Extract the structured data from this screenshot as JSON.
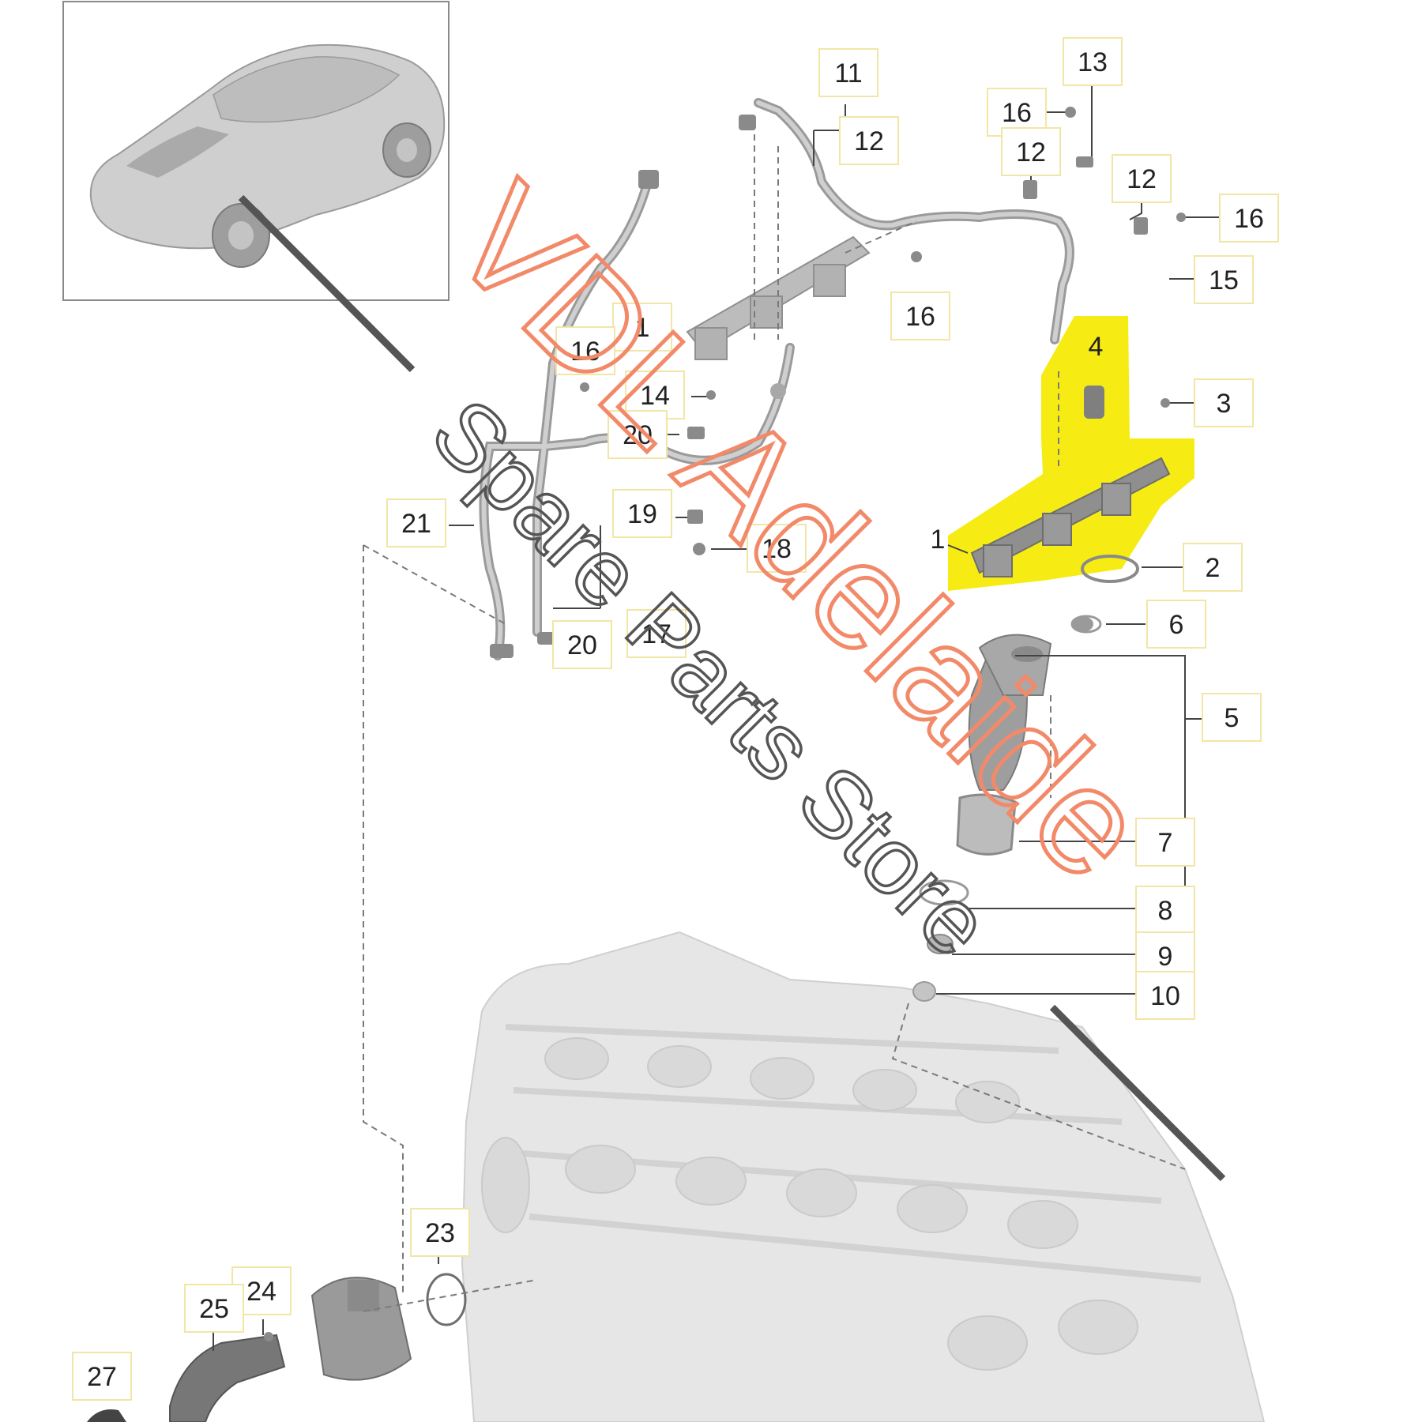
{
  "colors": {
    "highlight": "#f5ea00",
    "callout_border": "#f2e6a6",
    "leader": "#444444",
    "watermark_main": "#f28a6a",
    "watermark_sub": "#555555",
    "part_fill": "#d4d4d4",
    "engine_fill": "#e6e6e6"
  },
  "watermark": {
    "main": "VDL Adelaide",
    "sub": "Spare Parts Store"
  },
  "callouts": {
    "c1a": "1",
    "c1b": "1",
    "c2": "2",
    "c3": "3",
    "c4": "4",
    "c5": "5",
    "c6": "6",
    "c7": "7",
    "c8": "8",
    "c9": "9",
    "c10": "10",
    "c11": "11",
    "c12a": "12",
    "c12b": "12",
    "c12c": "12",
    "c13": "13",
    "c14": "14",
    "c15": "15",
    "c16a": "16",
    "c16b": "16",
    "c16c": "16",
    "c16d": "16",
    "c17": "17",
    "c18": "18",
    "c19": "19",
    "c20a": "20",
    "c20b": "20",
    "c21": "21",
    "c23": "23",
    "c24": "24",
    "c25": "25",
    "c27": "27"
  }
}
